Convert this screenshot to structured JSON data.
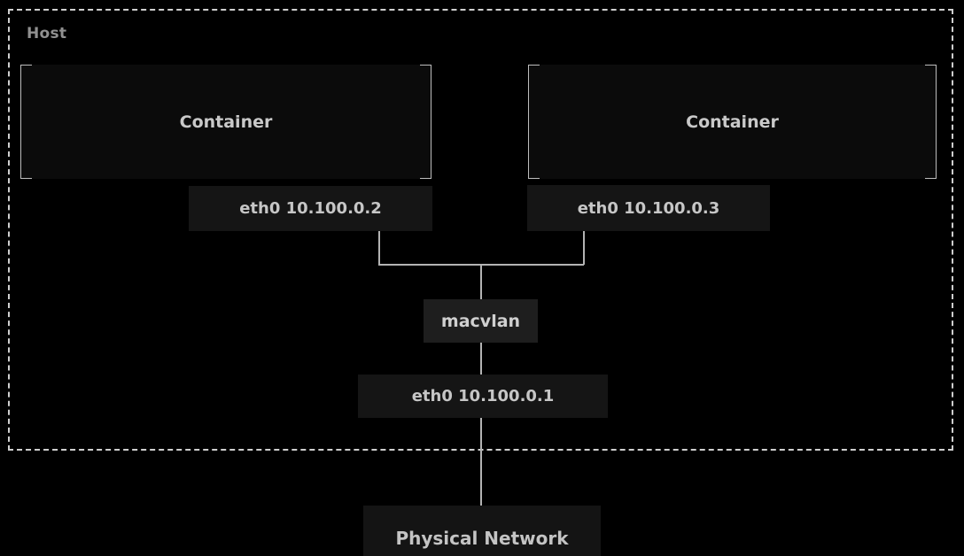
{
  "diagram": {
    "host": {
      "label": "Host"
    },
    "containers": [
      {
        "label": "Container",
        "interface": "eth0 10.100.0.2"
      },
      {
        "label": "Container",
        "interface": "eth0 10.100.0.3"
      }
    ],
    "macvlan": {
      "label": "macvlan"
    },
    "host_interface": {
      "label": "eth0 10.100.0.1"
    },
    "physical_network": {
      "label": "Physical Network"
    },
    "colors": {
      "background": "#000000",
      "host_border": "#cfcfcf",
      "bracket": "#bdbdbd",
      "connector_line": "#b3b3b3",
      "node_fill_dark": "#0b0b0b",
      "node_fill_label": "#151515",
      "node_fill_macvlan": "#1e1e1e",
      "text_primary": "#c9c9c9",
      "text_muted": "#909090"
    }
  }
}
